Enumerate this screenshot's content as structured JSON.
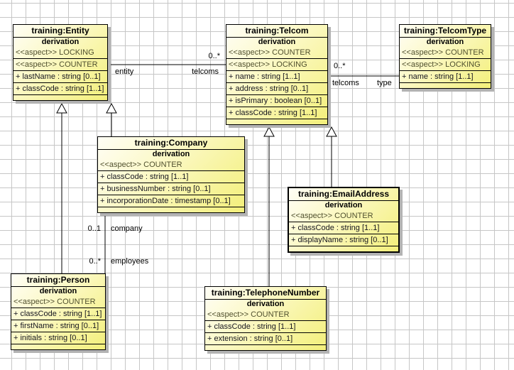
{
  "classes": [
    {
      "title": "training:Entity",
      "stereotype": "derivation",
      "aspects": [
        "<<aspect>> LOCKING",
        "<<aspect>> COUNTER"
      ],
      "attributes": [
        "+ lastName : string [0..1]",
        "+ classCode : string [1..1]"
      ]
    },
    {
      "title": "training:Telcom",
      "stereotype": "derivation",
      "aspects": [
        "<<aspect>> COUNTER",
        "<<aspect>> LOCKING"
      ],
      "attributes": [
        "+ name : string [1..1]",
        "+ address : string [0..1]",
        "+ isPrimary : boolean [0..1]",
        "+ classCode : string [1..1]"
      ]
    },
    {
      "title": "training:TelcomType",
      "stereotype": "derivation",
      "aspects": [
        "<<aspect>> COUNTER",
        "<<aspect>> LOCKING"
      ],
      "attributes": [
        "+ name : string [1..1]"
      ]
    },
    {
      "title": "training:Company",
      "stereotype": "derivation",
      "aspects": [
        "<<aspect>> COUNTER"
      ],
      "attributes": [
        "+ classCode : string [1..1]",
        "+ businessNumber : string [0..1]",
        "+ incorporationDate : timestamp [0..1]"
      ]
    },
    {
      "title": "training:EmailAddress",
      "stereotype": "derivation",
      "aspects": [
        "<<aspect>> COUNTER"
      ],
      "attributes": [
        "+ classCode : string [1..1]",
        "+ displayName : string [0..1]"
      ]
    },
    {
      "title": "training:Person",
      "stereotype": "derivation",
      "aspects": [
        "<<aspect>> COUNTER"
      ],
      "attributes": [
        "+ classCode : string [1..1]",
        "+ firstName : string [0..1]",
        "+ initials : string [0..1]"
      ]
    },
    {
      "title": "training:TelephoneNumber",
      "stereotype": "derivation",
      "aspects": [
        "<<aspect>> COUNTER"
      ],
      "attributes": [
        "+ classCode : string [1..1]",
        "+ extension : string [0..1]"
      ]
    }
  ],
  "associations": {
    "entity_telcoms": {
      "multiplicity": "0..*",
      "role_left": "entity",
      "role_right": "telcoms"
    },
    "telcom_type": {
      "multiplicity": "0..*",
      "role_left": "telcoms",
      "role_right": "type"
    },
    "company_person": {
      "mult_company": "0..1",
      "role_company": "company",
      "mult_employees": "0..*",
      "role_employees": "employees"
    }
  },
  "colors": {
    "box_fill_top": "#fffef6",
    "box_fill_bottom": "#f3ef7a",
    "box_border": "#000000",
    "box_shadow": "#b3b3b3",
    "grid_line": "#c6c6c6",
    "aspect_text": "#50502e",
    "attribute_text": "#15151f"
  }
}
